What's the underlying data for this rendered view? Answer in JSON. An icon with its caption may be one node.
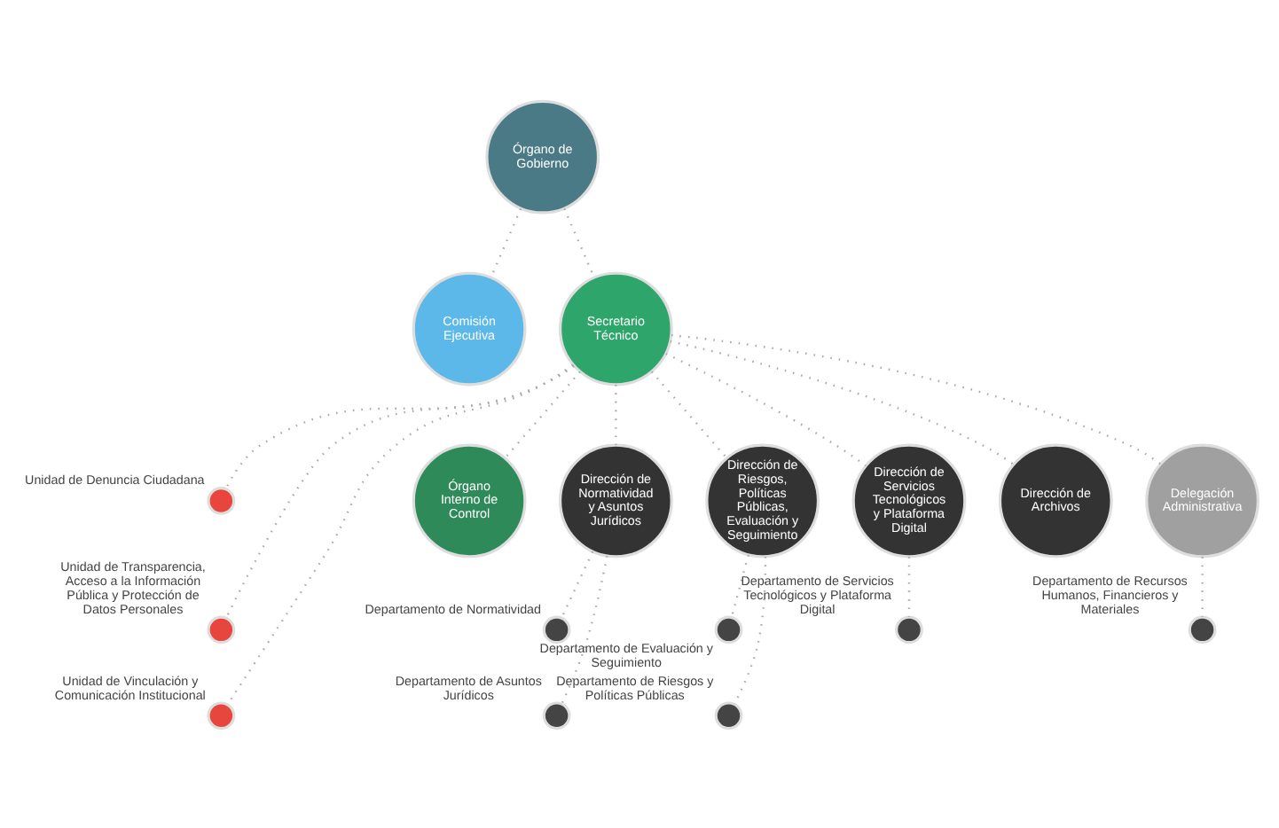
{
  "diagram": {
    "nodes": [
      {
        "text": [
          "Órgano de Gobierno"
        ]
      },
      {
        "text": [
          "Comisión Ejecutiva"
        ]
      },
      {
        "text": [
          "Secretario Técnico"
        ]
      },
      {
        "text": [],
        "shape": "circle",
        "beside": [
          "Unidad de Denuncia Ciudadana"
        ]
      },
      {
        "text": [],
        "shape": "circle",
        "beside": [
          "Unidad de Transparencia, Acceso a la Información Pública y Protección de Datos Personales"
        ]
      },
      {
        "text": [],
        "shape": "circle",
        "beside": [
          "Unidad de Vinculación y Comunicación Institucional"
        ]
      },
      {
        "text": [
          "Órgano Interno de Control"
        ]
      },
      {
        "text": [
          "Dirección de Normatividad y Asuntos Jurídicos"
        ]
      },
      {
        "text": [
          "Dirección de Riesgos, Políticas Públicas, Evaluación y Seguimiento"
        ]
      },
      {
        "text": [
          "Dirección de Servicios Tecnológicos y Plataforma Digital"
        ]
      },
      {
        "text": [
          "Dirección de Archivos"
        ]
      },
      {
        "text": [
          "Delegación Administrativa"
        ]
      },
      {
        "text": [],
        "shape": "circle",
        "beside": [
          "Departamento de Normatividad"
        ]
      },
      {
        "text": [],
        "shape": "circle",
        "beside": [
          "Departamento de Asuntos Jurídicos"
        ]
      },
      {
        "text": [],
        "shape": "circle",
        "beside": [
          "Departamento de Evaluación y Seguimiento"
        ]
      },
      {
        "text": [],
        "shape": "circle",
        "beside": [
          "Departamento de Riesgos y Políticas Públicas"
        ]
      },
      {
        "text": [],
        "shape": "circle",
        "beside": [
          "Departamento de Servicios Tecnológicos y Plataforma Digital"
        ]
      },
      {
        "text": [],
        "shape": "circle",
        "beside": [
          "Departamento de Recursos Humanos, Financieros y Materiales"
        ]
      }
    ],
    "edges": [
      {
        "from": 0,
        "to": 2,
        "arrow": "none"
      },
      {
        "from": 0,
        "to": 1,
        "arrow": "none"
      },
      {
        "from": 2,
        "to": 3,
        "arrow": "none"
      },
      {
        "from": 2,
        "to": 4,
        "arrow": "none"
      },
      {
        "from": 2,
        "to": 5,
        "arrow": "none"
      },
      {
        "from": 2,
        "to": 6,
        "arrow": "none"
      },
      {
        "from": 2,
        "to": 7,
        "arrow": "none"
      },
      {
        "from": 2,
        "to": 8,
        "arrow": "none"
      },
      {
        "from": 2,
        "to": 9,
        "arrow": "none"
      },
      {
        "from": 2,
        "to": 10,
        "arrow": "none"
      },
      {
        "from": 2,
        "to": 11,
        "arrow": "none"
      },
      {
        "from": 7,
        "to": 12,
        "arrow": "none"
      },
      {
        "from": 7,
        "to": 13,
        "arrow": "none"
      },
      {
        "from": 8,
        "to": 14,
        "arrow": "none"
      },
      {
        "from": 8,
        "to": 15,
        "arrow": "none"
      },
      {
        "from": 9,
        "to": 16,
        "arrow": "none"
      },
      {
        "from": 11,
        "to": 17,
        "arrow": "none"
      }
    ]
  }
}
